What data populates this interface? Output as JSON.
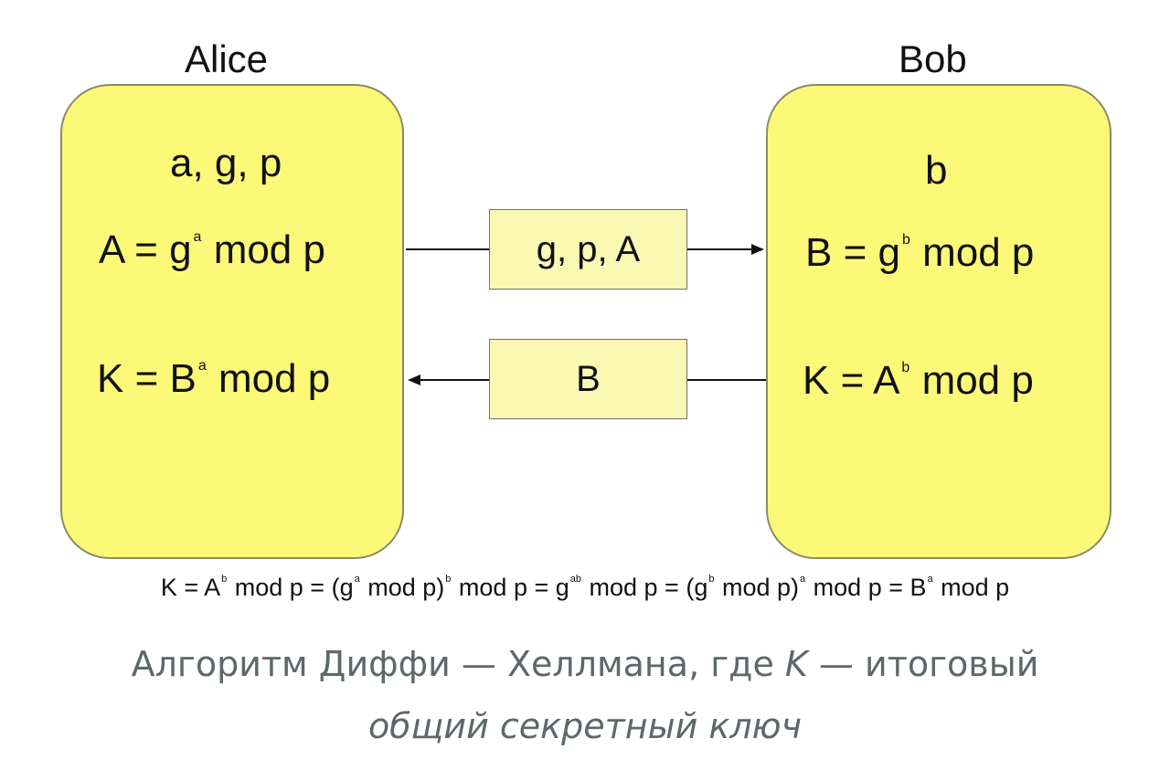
{
  "alice": {
    "name": "Alice",
    "vars": "a, g, p",
    "eq_a": {
      "lhs": "A = g",
      "exp": "a",
      "rhs": "mod p"
    },
    "eq_k": {
      "lhs": "K = B",
      "exp": "a",
      "rhs": "mod p"
    }
  },
  "bob": {
    "name": "Bob",
    "vars": "b",
    "eq_b": {
      "lhs": "B = g",
      "exp": "b",
      "rhs": "mod p"
    },
    "eq_k": {
      "lhs": "K = A",
      "exp": "b",
      "rhs": "mod p"
    }
  },
  "messages": {
    "to_bob": "g, p, A",
    "to_alice": "B"
  },
  "derivation": {
    "p1": "K = A",
    "e1": "b",
    "p2": "mod p = (g",
    "e2": "a",
    "p3": "mod p)",
    "e3": "b",
    "p4": "mod p = g",
    "e4": "ab",
    "p5": "mod p = (g",
    "e5": "b",
    "p6": "mod p)",
    "e6": "a",
    "p7": "mod p = B",
    "e7": "a",
    "p8": "mod p"
  },
  "caption": {
    "line1_a": "Алгоритм Диффи — Хеллмана, где ",
    "line1_k": "K",
    "line1_b": " — итоговый",
    "line2": "общий секретный ключ"
  }
}
